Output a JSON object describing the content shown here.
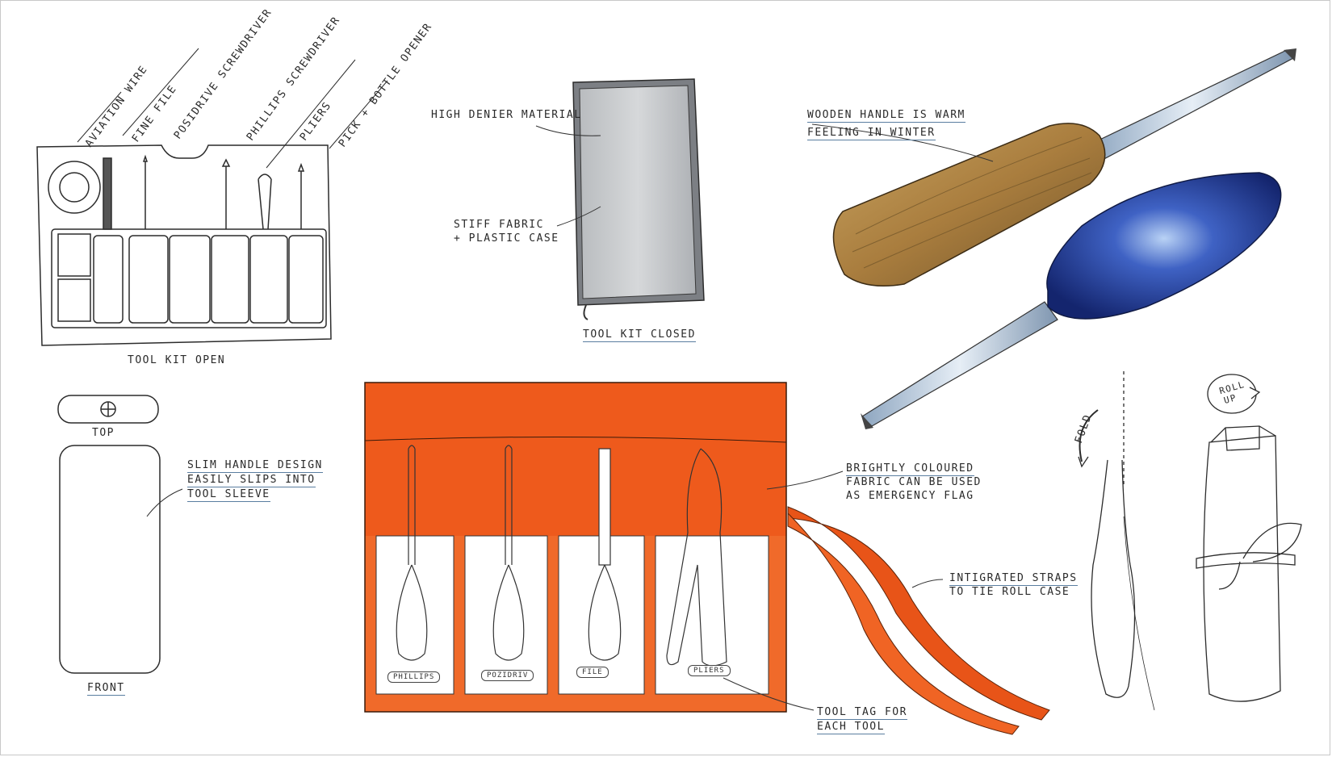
{
  "kit_open": {
    "tools": [
      "AVIATION WIRE",
      "FINE FILE",
      "POSIDRIVE SCREWDRIVER",
      "PHILLIPS SCREWDRIVER",
      "PLIERS",
      "PICK + BOTTLE OPENER"
    ],
    "caption": "TOOL KIT OPEN"
  },
  "kit_closed": {
    "material": "HIGH DENIER MATERIAL",
    "fabric_line1": "STIFF FABRIC",
    "fabric_line2": "+ PLASTIC CASE",
    "caption": "TOOL KIT CLOSED"
  },
  "handle": {
    "wood_line1": "WOODEN HANDLE IS WARM",
    "wood_line2": "FEELING IN WINTER"
  },
  "slim": {
    "top": "TOP",
    "front": "FRONT",
    "line1": "SLIM HANDLE DESIGN",
    "line2": "EASILY SLIPS INTO",
    "line3": "TOOL SLEEVE"
  },
  "roll": {
    "fabric_line1": "BRIGHTLY COLOURED",
    "fabric_line2": "FABRIC CAN BE USED",
    "fabric_line3": "AS EMERGENCY FLAG",
    "straps_line1": "INTIGRATED STRAPS",
    "straps_line2": "TO TIE ROLL CASE",
    "tag_line1": "TOOL TAG FOR",
    "tag_line2": "EACH TOOL",
    "tags": [
      "PHILLIPS",
      "POZIDRIV",
      "FILE",
      "PLIERS"
    ]
  },
  "fold": {
    "fold": "FOLD",
    "roll_line1": "ROLL",
    "roll_line2": "UP"
  },
  "colors": {
    "orange": "#ee5a1c",
    "wood": "#b48a4a",
    "blue": "#2a4aa8",
    "steel": "#b8c6d4"
  }
}
